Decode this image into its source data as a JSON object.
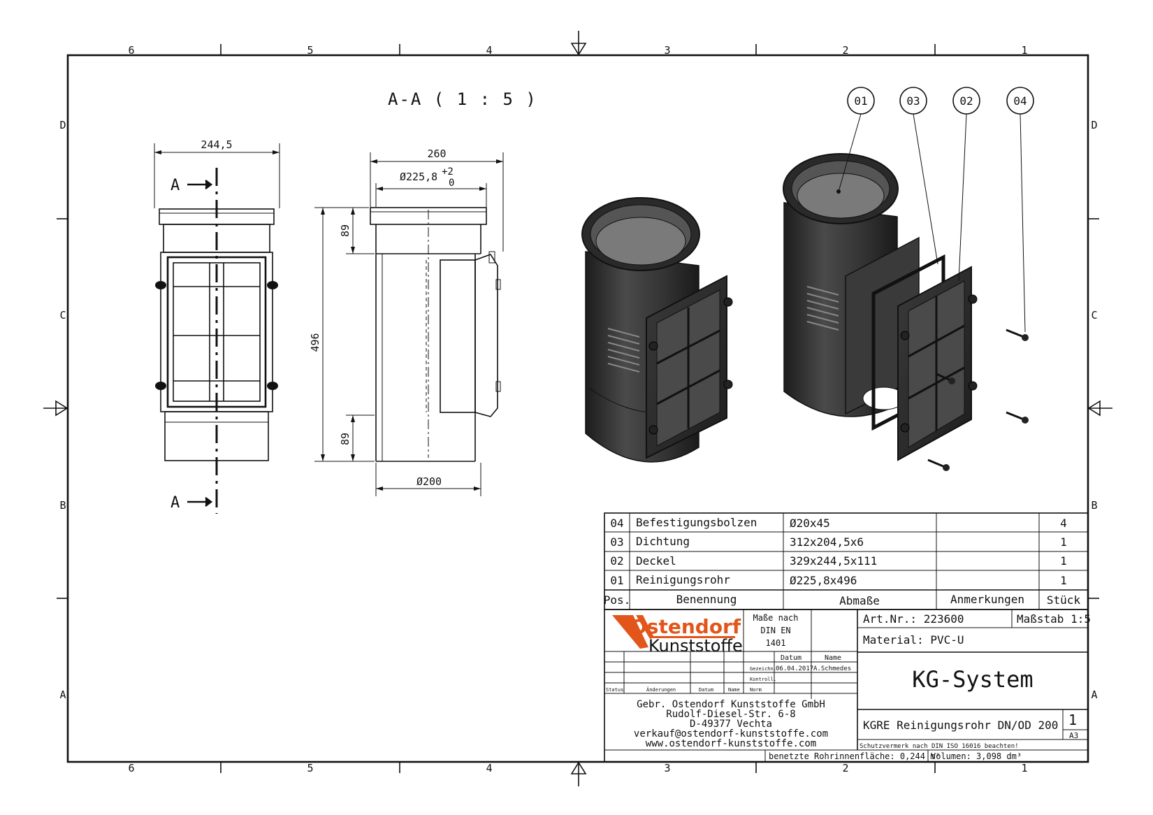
{
  "sheet": {
    "border_numbers": [
      "6",
      "5",
      "4",
      "3",
      "2",
      "1"
    ],
    "border_letters": [
      "D",
      "C",
      "B",
      "A"
    ]
  },
  "section": {
    "title": "A-A ( 1 : 5 )",
    "marker": "A"
  },
  "dimensions": {
    "width_front": "244,5",
    "width_side": "260",
    "diameter_inner": "Ø225,8",
    "tol_upper": "+2",
    "tol_lower": "0",
    "height_total": "496",
    "height_top": "89",
    "height_bottom": "89",
    "diameter_bottom": "Ø200"
  },
  "balloons": [
    "01",
    "03",
    "02",
    "04"
  ],
  "parts_table": {
    "headers": {
      "pos": "Pos.",
      "name": "Benennung",
      "dims": "Abmaße",
      "notes": "Anmerkungen",
      "qty": "Stück"
    },
    "rows": [
      {
        "pos": "04",
        "name": "Befestigungsbolzen",
        "dims": "Ø20x45",
        "notes": "",
        "qty": "4"
      },
      {
        "pos": "03",
        "name": "Dichtung",
        "dims": "312x204,5x6",
        "notes": "",
        "qty": "1"
      },
      {
        "pos": "02",
        "name": "Deckel",
        "dims": "329x244,5x111",
        "notes": "",
        "qty": "1"
      },
      {
        "pos": "01",
        "name": "Reinigungsrohr",
        "dims": "Ø225,8x496",
        "notes": "",
        "qty": "1"
      }
    ]
  },
  "title_block": {
    "logo_line1": "Ostendorf",
    "logo_line2": "Kunststoffe",
    "norm_line1": "Maße nach",
    "norm_line2": "DIN EN",
    "norm_line3": "1401",
    "art_nr": "Art.Nr.: 223600",
    "scale": "Maßstab 1:5",
    "material": "Material: PVC-U",
    "col_date": "Datum",
    "col_name": "Name",
    "drawn_label": "Gezeichn.",
    "drawn_date": "06.04.2017",
    "drawn_name": "A.Schmedes",
    "checked_label": "Kontroll.",
    "norm_label": "Norm",
    "status_label": "Status",
    "changes_label": "Änderungen",
    "date_label": "Datum",
    "name_label": "Name",
    "system": "KG-System",
    "company_line1": "Gebr. Ostendorf Kunststoffe GmbH",
    "company_line2": "Rudolf-Diesel-Str. 6-8",
    "company_line3": "D-49377 Vechta",
    "company_line4": "verkauf@ostendorf-kunststoffe.com",
    "company_line5": "www.ostendorf-kunststoffe.com",
    "description": "KGRE Reinigungsrohr DN/OD 200",
    "sheet_no": "1",
    "format": "A3",
    "protection": "Schutzvermerk nach DIN ISO 16016 beachten!",
    "surface": "benetzte Rohrinnenfläche: 0,244 m²",
    "volume": "Volumen: 3,098 dm³"
  }
}
